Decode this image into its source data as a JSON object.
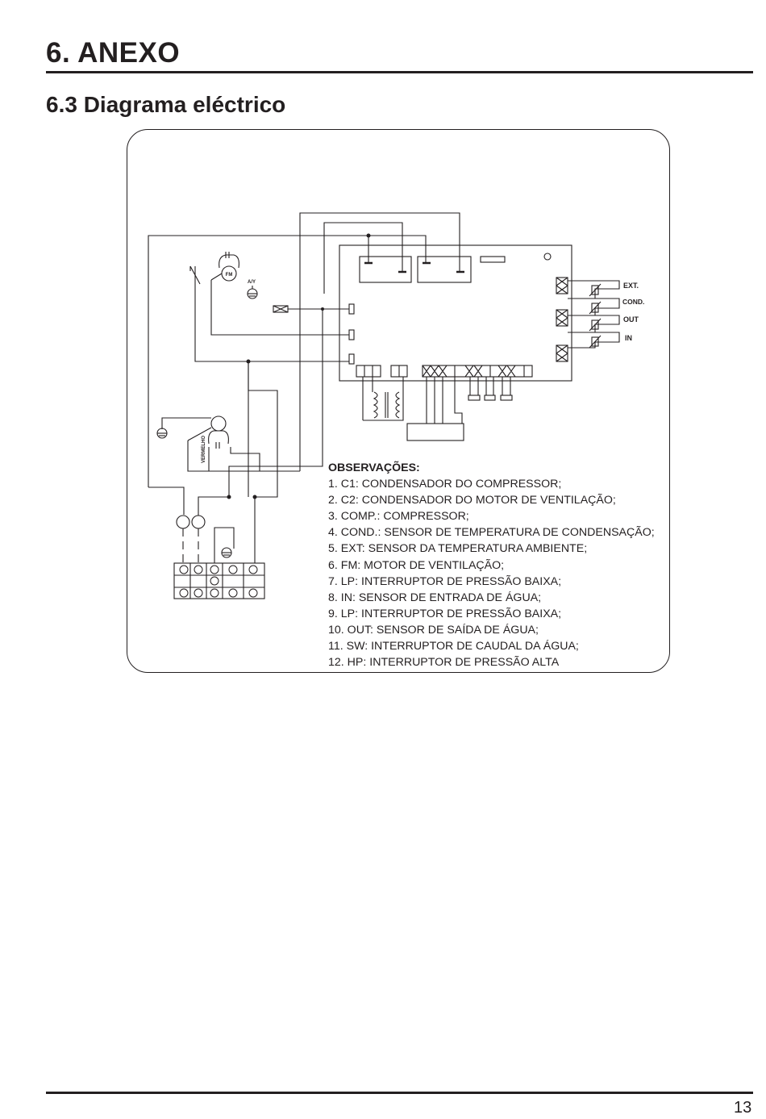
{
  "header": {
    "section": "6. ANEXO",
    "subsection": "6.3 Diagrama eléctrico"
  },
  "diagram": {
    "labels": {
      "ext": "EXT.",
      "cond": "COND.",
      "out": "OUT",
      "in": "IN",
      "fm": "FM",
      "ay": "A/Y",
      "vermelho": "VERMELHO"
    },
    "notes": {
      "title": "OBSERVAÇÕES:",
      "items": [
        "1. C1: CONDENSADOR DO COMPRESSOR;",
        "2. C2: CONDENSADOR DO MOTOR DE VENTILAÇÃO;",
        "3. COMP.: COMPRESSOR;",
        "4. COND.: SENSOR DE TEMPERATURA DE CONDENSAÇÃO;",
        "5. EXT: SENSOR DA TEMPERATURA AMBIENTE;",
        "6. FM: MOTOR DE VENTILAÇÃO;",
        "7. LP: INTERRUPTOR DE PRESSÃO BAIXA;",
        "8. IN: SENSOR DE ENTRADA DE ÁGUA;",
        "9. LP: INTERRUPTOR DE PRESSÃO BAIXA;",
        "10. OUT: SENSOR DE SAÍDA DE ÁGUA;",
        "11. SW: INTERRUPTOR DE CAUDAL DA ÁGUA;",
        "12. HP: INTERRUPTOR DE PRESSÃO ALTA"
      ]
    }
  },
  "footer": {
    "page_number": "13"
  }
}
